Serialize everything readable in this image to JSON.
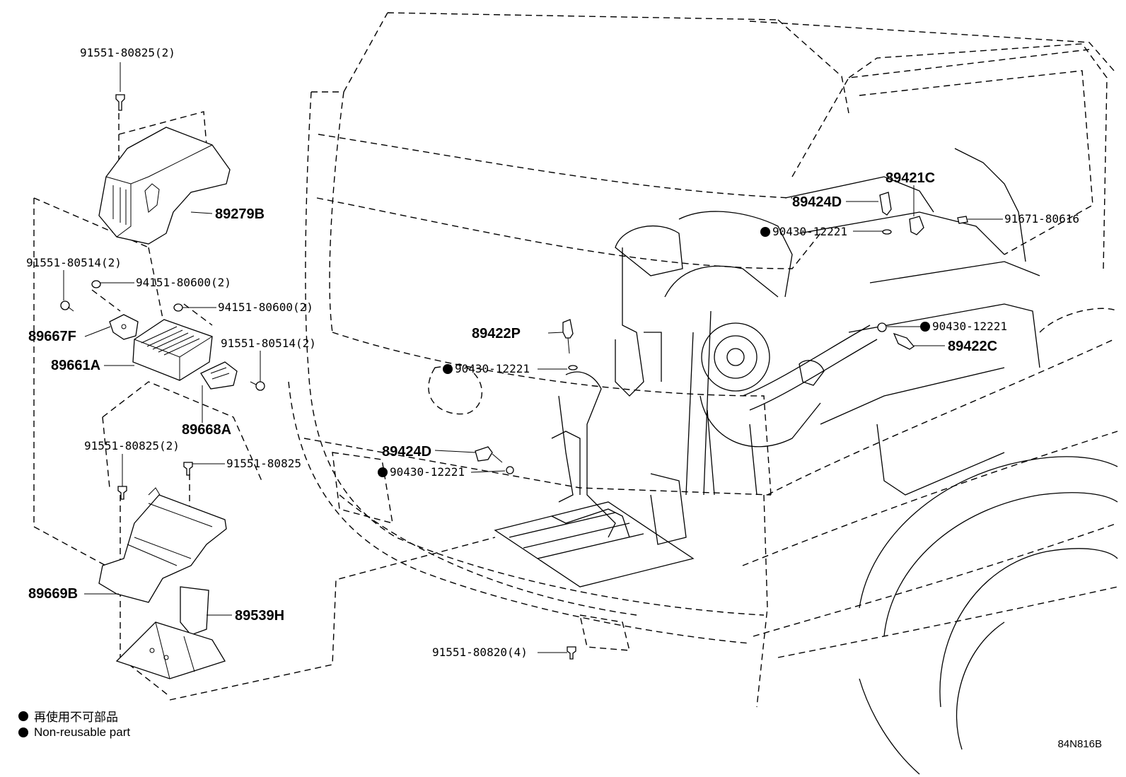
{
  "drawing_id": "84N816B",
  "legend": [
    {
      "symbol": "filled-circle",
      "text": "再使用不可部品"
    },
    {
      "symbol": "filled-circle",
      "text": "Non-reusable part"
    }
  ],
  "callouts": [
    {
      "id": "c1",
      "text": "91551-80825(2)",
      "non_reusable": false
    },
    {
      "id": "c2",
      "text": "89279B",
      "non_reusable": false
    },
    {
      "id": "c3",
      "text": "91551-80514(2)",
      "non_reusable": false
    },
    {
      "id": "c4",
      "text": "94151-80600(2)",
      "non_reusable": false
    },
    {
      "id": "c5",
      "text": "94151-80600(2)",
      "non_reusable": false
    },
    {
      "id": "c6",
      "text": "89667F",
      "non_reusable": false
    },
    {
      "id": "c7",
      "text": "91551-80514(2)",
      "non_reusable": false
    },
    {
      "id": "c8",
      "text": "89661A",
      "non_reusable": false
    },
    {
      "id": "c9",
      "text": "89668A",
      "non_reusable": false
    },
    {
      "id": "c10",
      "text": "91551-80825(2)",
      "non_reusable": false
    },
    {
      "id": "c11",
      "text": "91551-80825",
      "non_reusable": false
    },
    {
      "id": "c12",
      "text": "89669B",
      "non_reusable": false
    },
    {
      "id": "c13",
      "text": "89539H",
      "non_reusable": false
    },
    {
      "id": "c14",
      "text": "89422P",
      "non_reusable": false
    },
    {
      "id": "c15",
      "text": "90430-12221",
      "non_reusable": true
    },
    {
      "id": "c16",
      "text": "89424D",
      "non_reusable": false
    },
    {
      "id": "c17",
      "text": "90430-12221",
      "non_reusable": true
    },
    {
      "id": "c18",
      "text": "91551-80820(4)",
      "non_reusable": false
    },
    {
      "id": "c19",
      "text": "89424D",
      "non_reusable": false
    },
    {
      "id": "c20",
      "text": "90430-12221",
      "non_reusable": true
    },
    {
      "id": "c21",
      "text": "89421C",
      "non_reusable": false
    },
    {
      "id": "c22",
      "text": "91671-80616",
      "non_reusable": false
    },
    {
      "id": "c23",
      "text": "90430-12221",
      "non_reusable": true
    },
    {
      "id": "c24",
      "text": "89422C",
      "non_reusable": false
    }
  ]
}
